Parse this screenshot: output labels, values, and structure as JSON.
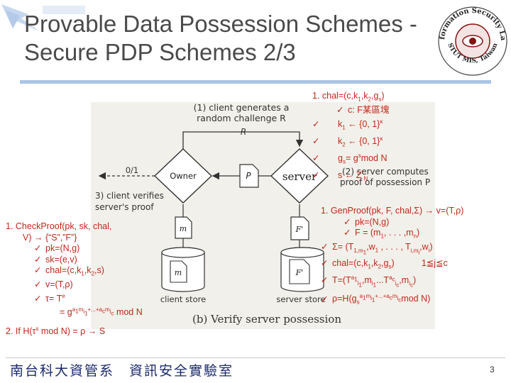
{
  "slide": {
    "title_line1": "Provable Data Possession Schemes -",
    "title_line2": "Secure PDP Schemes 2/3",
    "page_number": "3",
    "footer": "南台科大資管系　資訊安全實驗室",
    "logo_text_top": "Information Security Lab.",
    "logo_text_bottom": "STUT MIS, Taiwan"
  },
  "diagram": {
    "step1_line1": "(1) client generates a",
    "step1_line2": "random challenge R",
    "arrow_R_label": "R",
    "owner_label": "Owner",
    "server_label": "server",
    "P_label": "P",
    "output_label": "0/1",
    "step3_line1": "3) client verifies",
    "step3_line2": "server's proof",
    "step2_line1": "(2) server computes",
    "step2_line2": "proof of possession P",
    "m_label": "m",
    "fprime_label": "F'",
    "client_store": "client store",
    "server_store": "server store",
    "caption": "(b) Verify server possession"
  },
  "chal_block": {
    "line1": "1.    chal=(c,k",
    "items": [
      "c: F某區塊",
      "k",
      "k",
      "g",
      "s ← Z"
    ]
  },
  "genproof_block": {
    "head": "1.    GenProof(pk, F, chal,Σ) → v=(T,ρ)",
    "sub1": "pk=(N,g)",
    "sub2": "F = (m",
    "range": "1≦j≦c"
  },
  "checkproof_block": {
    "head_l1": "1.    CheckProof(pk, sk, chal,",
    "head_l2": "V) → {“S”,”F”}",
    "items": [
      "pk=(N,g)",
      "sk=(e,v)",
      "chal=(c,k",
      "v=(T,ρ)",
      "τ= T"
    ],
    "mod_tail": " mod N",
    "step2": "2.  If H(τ"
  }
}
